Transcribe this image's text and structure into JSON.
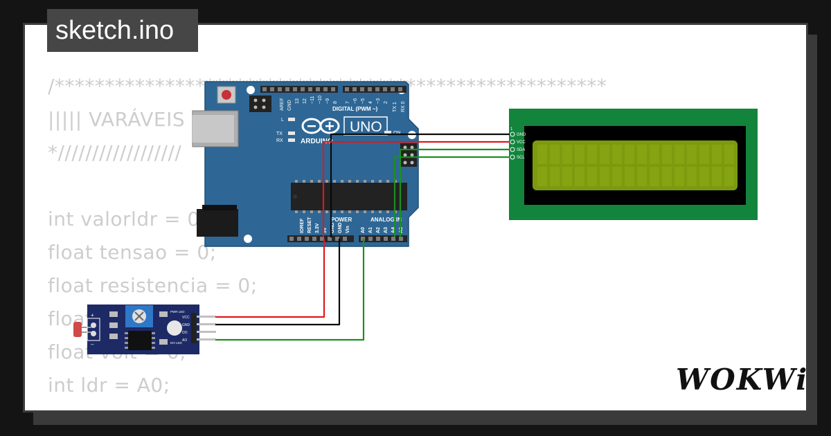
{
  "app": {
    "file_name": "sketch.ino",
    "brand": "WOKWi"
  },
  "code_lines": [
    "/*******************************************************",
    "||||| VARÁVEIS",
    "*//////////////////",
    "",
    "int valorldr = 0;",
    "float tensao = 0;",
    "float resistencia = 0;",
    "float lux = 0;",
    "float volt = 0;",
    "int ldr = A0;"
  ],
  "arduino": {
    "model": "UNO",
    "brand": "ARDUINO",
    "digital_label": "DIGITAL (PWM ~)",
    "power_label": "POWER",
    "analog_label": "ANALOG IN",
    "on_label": "ON",
    "tx_label": "TX",
    "rx_label": "RX",
    "l_label": "L",
    "aref": "AREF",
    "gnd": "GND",
    "digital_pins": [
      "13",
      "12",
      "~11",
      "~10",
      "~9",
      "8",
      "7",
      "~6",
      "~5",
      "4",
      "~3",
      "2",
      "TX 1",
      "RX 0"
    ],
    "power_pins": [
      "IOREF",
      "RESET",
      "3.3V",
      "5V",
      "GND",
      "GND",
      "Vin"
    ],
    "analog_pins": [
      "A0",
      "A1",
      "A2",
      "A3",
      "A4",
      "A5"
    ]
  },
  "lcd": {
    "pin_labels": [
      "GND",
      "VCC",
      "SDA",
      "SCL"
    ],
    "pin_one": "1",
    "pcb_color": "#12843c",
    "screen_color": "#7d9a0e"
  },
  "ldr_module": {
    "pins": [
      "VCC",
      "GND",
      "DO",
      "AO"
    ],
    "led_labels": [
      "PWR LED",
      "DO LED"
    ],
    "plus": "+",
    "minus": "–"
  },
  "wires": {
    "red": "#e0181b",
    "black": "#0a0a0a",
    "green": "#1d8f1d"
  }
}
